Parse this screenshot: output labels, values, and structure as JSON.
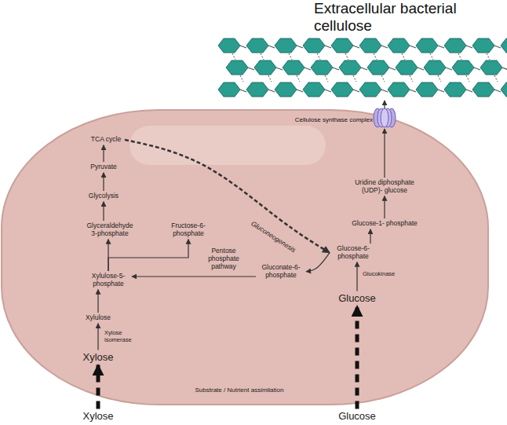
{
  "diagram": {
    "nodes": [
      {
        "text": [
          "Extracellular bacterial cellulose"
        ]
      },
      {
        "text": [
          "Cellulose synthase complex"
        ]
      },
      {
        "text": [
          "TCA cycle"
        ]
      },
      {
        "text": [
          "Uridine diphosphate (UDP)- glucose"
        ]
      },
      {
        "text": [
          "Pyruvate"
        ]
      },
      {
        "text": [
          "Glycolysis"
        ]
      },
      {
        "text": [
          "Glucose-1- phosphate"
        ]
      },
      {
        "text": [
          "Glyceraldehyde 3-phosphate"
        ]
      },
      {
        "text": [
          "Fructose-6- phosphate"
        ]
      },
      {
        "text": [
          "Glucose-6- phosphate"
        ]
      },
      {
        "text": [
          "Xylulose-5- phosphate"
        ]
      },
      {
        "text": [
          "Gluconate-6- phosphate"
        ]
      },
      {
        "text": [
          "Glucose"
        ]
      },
      {
        "text": [
          "Xylulose"
        ]
      },
      {
        "text": [
          "Xylose"
        ]
      },
      {
        "text": [
          "Xylose"
        ]
      },
      {
        "text": [
          "Glucose"
        ]
      }
    ],
    "edges": [
      {
        "from": 1,
        "to": 0,
        "arrow": "to"
      },
      {
        "from": 3,
        "to": 1,
        "arrow": "to"
      },
      {
        "from": 6,
        "to": 3,
        "arrow": "to"
      },
      {
        "from": 9,
        "to": 6,
        "arrow": "to"
      },
      {
        "from": 12,
        "to": 9,
        "label": "Glucokinase",
        "arrow": "to"
      },
      {
        "from": 9,
        "to": 11,
        "arrow": "to"
      },
      {
        "from": 11,
        "to": 10,
        "label": "Pentose phosphate pathway",
        "arrow": "to"
      },
      {
        "from": 2,
        "to": 9,
        "label": "Gluconeogenesis",
        "arrow": "to"
      },
      {
        "from": 4,
        "to": 2,
        "arrow": "to"
      },
      {
        "from": 5,
        "to": 4,
        "arrow": "to"
      },
      {
        "from": 7,
        "to": 5,
        "arrow": "to"
      },
      {
        "from": 10,
        "to": 7,
        "arrow": "to"
      },
      {
        "from": 10,
        "to": 8,
        "arrow": "to"
      },
      {
        "from": 13,
        "to": 10,
        "arrow": "to"
      },
      {
        "from": 14,
        "to": 13,
        "label": "Xylose isomerase",
        "arrow": "to"
      },
      {
        "from": 15,
        "to": 14,
        "arrow": "to"
      },
      {
        "from": 16,
        "to": 12,
        "arrow": "to"
      }
    ],
    "labels": [
      "Substrate / Nutrient assimilation"
    ]
  }
}
